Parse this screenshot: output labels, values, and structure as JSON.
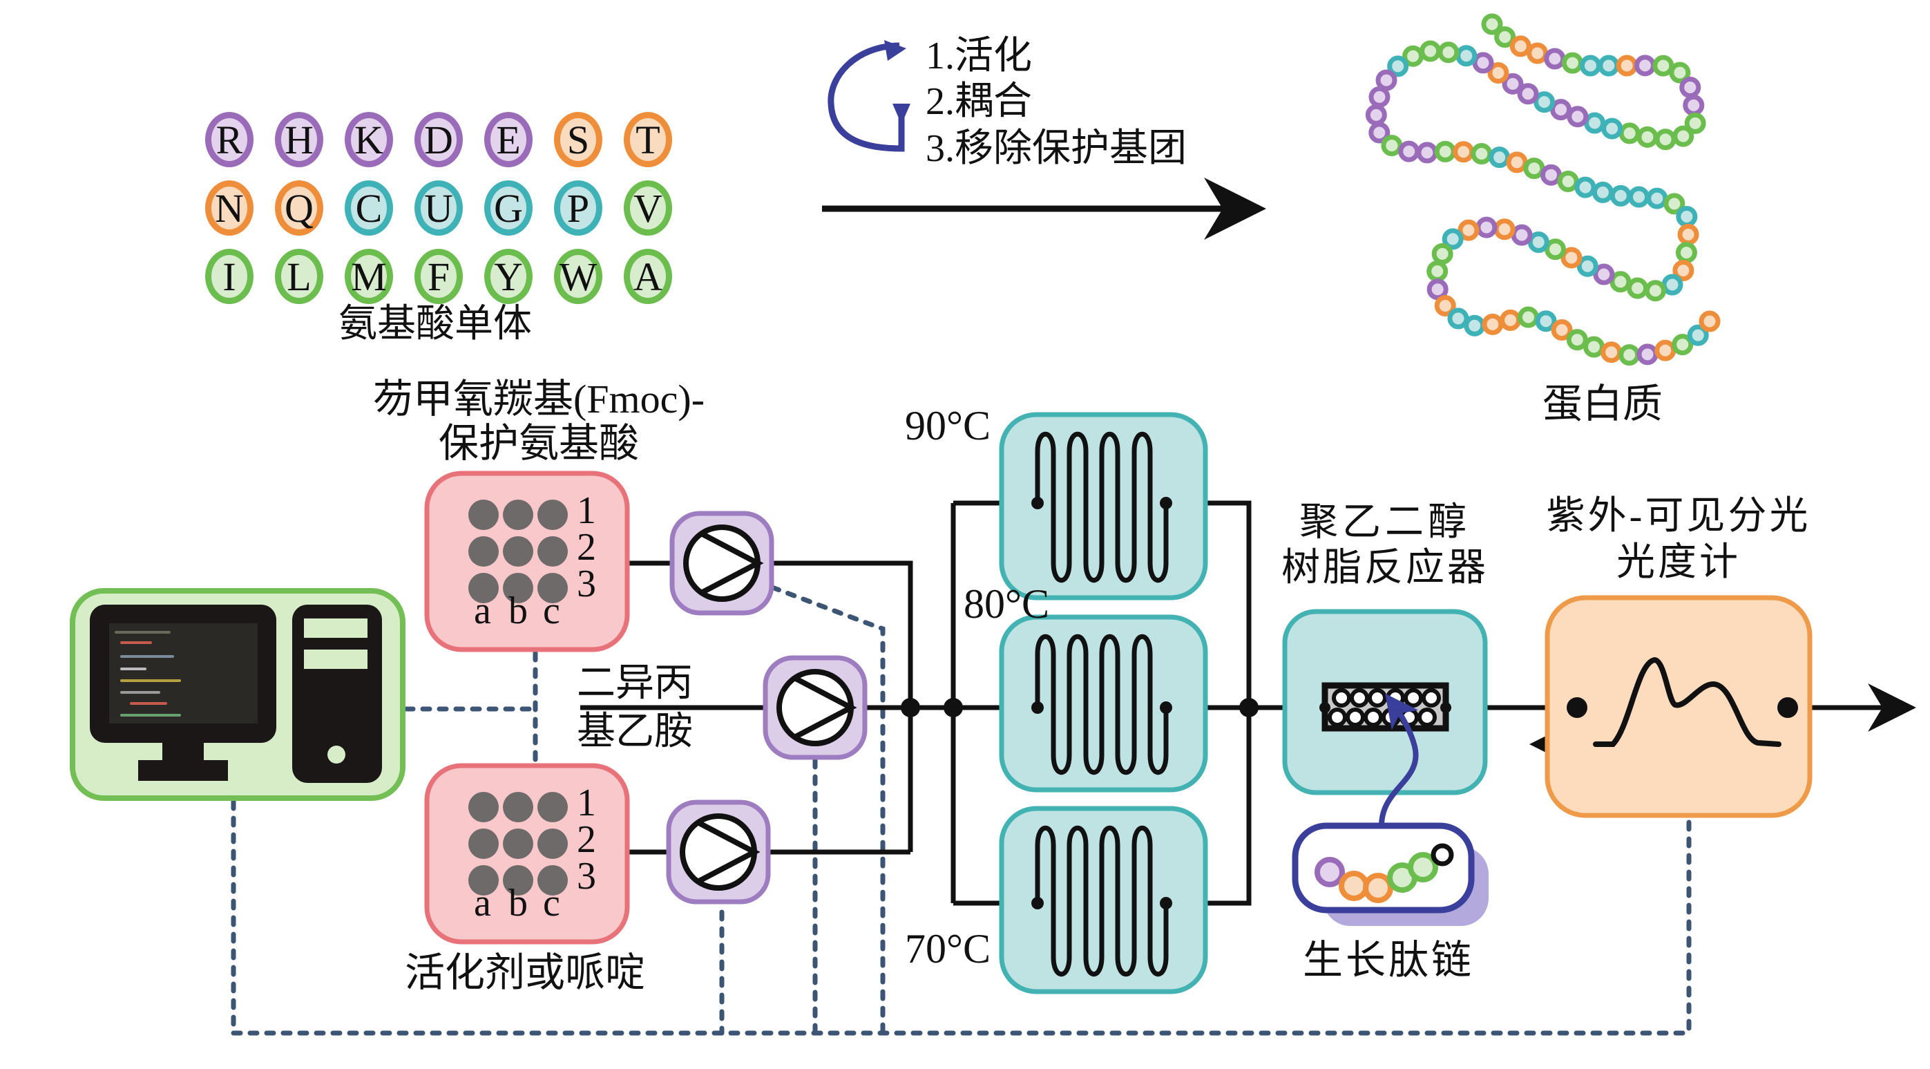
{
  "palette": {
    "purple": {
      "stroke": "#9a6bb8",
      "fill": "#e3d3ec"
    },
    "orange": {
      "stroke": "#ee8d3a",
      "fill": "#f9dcc0"
    },
    "teal": {
      "stroke": "#3fb2b8",
      "fill": "#c3e5e6"
    },
    "green": {
      "stroke": "#6bbd4e",
      "fill": "#d8edcd"
    },
    "red_box": {
      "stroke": "#e8727a",
      "fill": "#f8c8cb"
    },
    "teal_box": {
      "stroke": "#43b2b3",
      "fill": "#bfe2e3"
    },
    "orange_box": {
      "stroke": "#ef9a48",
      "fill": "#fcdcbd"
    },
    "green_box": {
      "stroke": "#73bf55",
      "fill": "#d6edc8"
    },
    "pump_box": {
      "stroke": "#9d7cc0",
      "fill": "#dccde9"
    },
    "blue_arrow": "#3b3f9c",
    "dashed_signal": "#3d5575"
  },
  "amino_acids": {
    "label": "氨基酸单体",
    "rows": [
      [
        {
          "letter": "R",
          "group": "purple"
        },
        {
          "letter": "H",
          "group": "purple"
        },
        {
          "letter": "K",
          "group": "purple"
        },
        {
          "letter": "D",
          "group": "purple"
        },
        {
          "letter": "E",
          "group": "purple"
        },
        {
          "letter": "S",
          "group": "orange"
        },
        {
          "letter": "T",
          "group": "orange"
        }
      ],
      [
        {
          "letter": "N",
          "group": "orange"
        },
        {
          "letter": "Q",
          "group": "orange"
        },
        {
          "letter": "C",
          "group": "teal"
        },
        {
          "letter": "U",
          "group": "teal"
        },
        {
          "letter": "G",
          "group": "teal"
        },
        {
          "letter": "P",
          "group": "teal"
        },
        {
          "letter": "V",
          "group": "green"
        }
      ],
      [
        {
          "letter": "I",
          "group": "green"
        },
        {
          "letter": "L",
          "group": "green"
        },
        {
          "letter": "M",
          "group": "green"
        },
        {
          "letter": "F",
          "group": "green"
        },
        {
          "letter": "Y",
          "group": "green"
        },
        {
          "letter": "W",
          "group": "green"
        },
        {
          "letter": "A",
          "group": "green"
        }
      ]
    ]
  },
  "cycle": {
    "steps": [
      "1.活化",
      "2.耦合",
      "3.移除保护基团"
    ]
  },
  "protein": {
    "label": "蛋白质",
    "bead_colors": [
      "green",
      "green",
      "orange",
      "orange",
      "purple",
      "green",
      "teal",
      "teal",
      "orange",
      "purple",
      "green",
      "green",
      "purple",
      "purple",
      "green",
      "green",
      "green",
      "green",
      "green",
      "teal",
      "teal",
      "purple",
      "purple",
      "teal",
      "purple",
      "purple",
      "orange",
      "purple",
      "teal",
      "green",
      "green",
      "green",
      "teal",
      "purple",
      "purple",
      "purple",
      "purple",
      "green",
      "purple",
      "purple",
      "green",
      "orange",
      "green",
      "teal",
      "orange",
      "green",
      "purple",
      "green",
      "teal",
      "teal",
      "teal",
      "teal",
      "teal",
      "green",
      "teal",
      "orange",
      "green",
      "orange",
      "teal",
      "green",
      "green",
      "green",
      "purple",
      "teal",
      "orange",
      "green",
      "teal",
      "purple",
      "orange",
      "purple",
      "orange",
      "teal",
      "green",
      "green",
      "purple",
      "orange",
      "teal",
      "teal",
      "orange",
      "orange",
      "green",
      "teal",
      "orange",
      "green",
      "green",
      "orange",
      "green",
      "purple",
      "orange",
      "green",
      "teal",
      "orange"
    ]
  },
  "reservoir_top": {
    "title_line1": "芴甲氧羰基(Fmoc)-",
    "title_line2": "保护氨基酸",
    "rows": [
      "1",
      "2",
      "3"
    ],
    "cols": [
      "a",
      "b",
      "c"
    ]
  },
  "reservoir_bottom": {
    "title": "活化剂或哌啶",
    "rows": [
      "1",
      "2",
      "3"
    ],
    "cols": [
      "a",
      "b",
      "c"
    ]
  },
  "base_reagent": {
    "line1": "二异丙",
    "line2": "基乙胺"
  },
  "heaters": [
    {
      "temp": "90°C"
    },
    {
      "temp": "80°C"
    },
    {
      "temp": "70°C"
    }
  ],
  "reactor": {
    "line1": "聚乙二醇",
    "line2": "树脂反应器"
  },
  "peptide": {
    "label": "生长肽链",
    "bead_colors": [
      "purple",
      "orange",
      "orange",
      "green",
      "green",
      "black"
    ]
  },
  "spectrometer": {
    "line1": "紫外-可见分光",
    "line2": "光度计"
  }
}
